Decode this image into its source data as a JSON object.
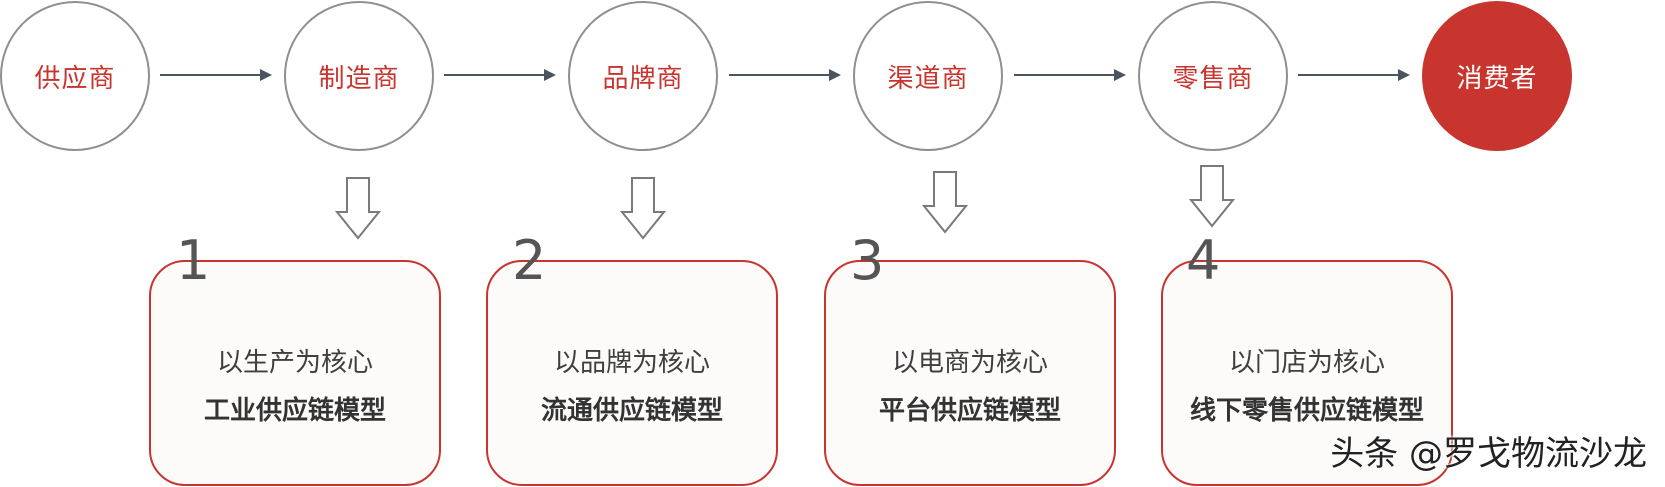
{
  "chain": [
    {
      "label": "供应商"
    },
    {
      "label": "制造商"
    },
    {
      "label": "品牌商"
    },
    {
      "label": "渠道商"
    },
    {
      "label": "零售商"
    },
    {
      "label": "消费者"
    }
  ],
  "models": [
    {
      "number": "1",
      "focus": "以生产为核心",
      "name": "工业供应链模型"
    },
    {
      "number": "2",
      "focus": "以品牌为核心",
      "name": "流通供应链模型"
    },
    {
      "number": "3",
      "focus": "以电商为核心",
      "name": "平台供应链模型"
    },
    {
      "number": "4",
      "focus": "以门店为核心",
      "name": "线下零售供应链模型"
    }
  ],
  "watermark": "头条 @罗戈物流沙龙",
  "colors": {
    "accent": "#c8342e",
    "arrow": "#4a5560",
    "node_border": "#8f8f8f"
  }
}
